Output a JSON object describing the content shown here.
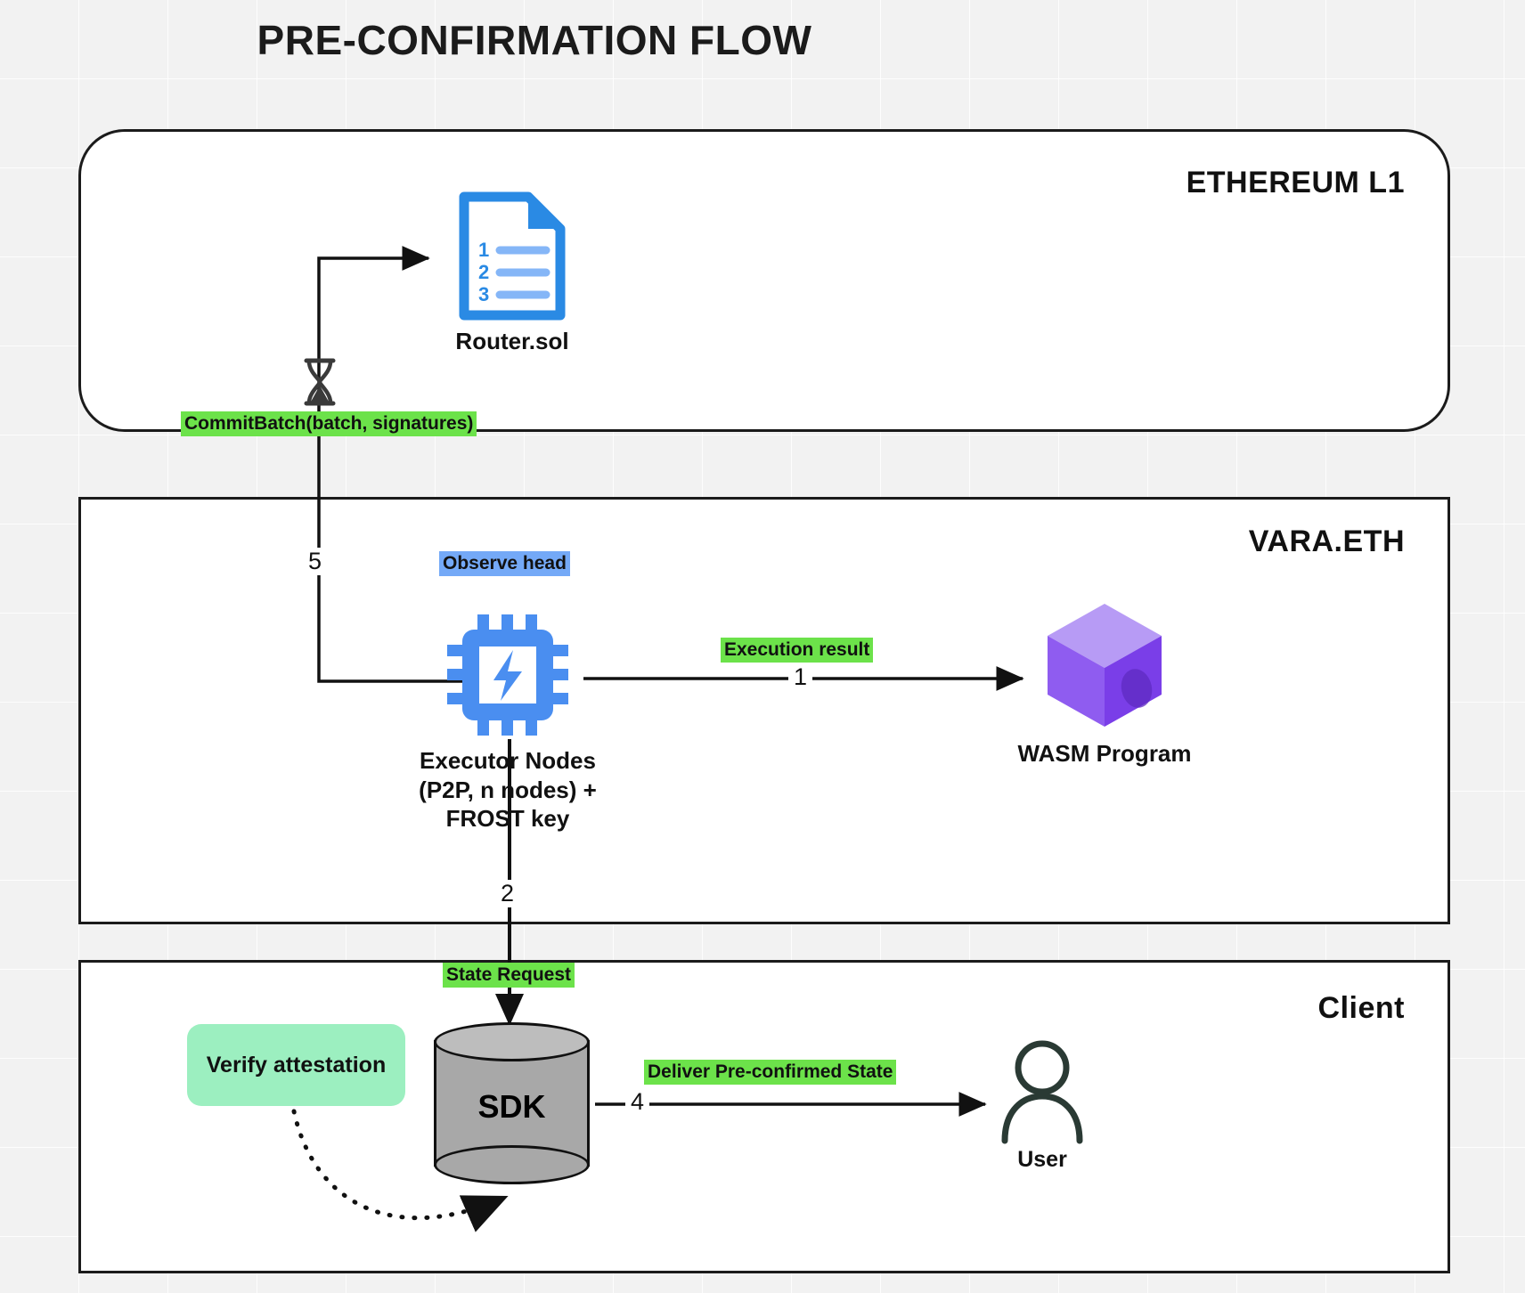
{
  "page": {
    "title": "PRE-CONFIRMATION FLOW"
  },
  "colors": {
    "background": "#f2f2f2",
    "panel": "#ffffff",
    "stroke": "#1b1b1b",
    "green_highlight": "#6ce24a",
    "blue_highlight": "#74a9f7",
    "mint_box": "#9cefc0",
    "router_blue": "#2a8ae4",
    "router_blue_light": "#85b6f7",
    "cpu_blue": "#4a8ef0",
    "wasm_purple_front": "#8f5cf0",
    "wasm_purple_top": "#b79bf5",
    "wasm_purple_side": "#7a3ee8",
    "cylinder_gray": "#a8a8a8",
    "user_dark": "#2a3a34"
  },
  "panels": [
    {
      "id": "ethereum-l1",
      "title": "ETHEREUM L1"
    },
    {
      "id": "vara-eth",
      "title": "VARA.ETH"
    },
    {
      "id": "client",
      "title": "Client"
    }
  ],
  "nodes": {
    "router": {
      "label": "Router.sol",
      "icon": "document-icon",
      "list_numbers": [
        "1",
        "2",
        "3"
      ]
    },
    "hourglass": {
      "icon": "hourglass-icon"
    },
    "executor": {
      "label": "Executor Nodes\n(P2P, n nodes) +\nFROST key",
      "line1": "Executor Nodes",
      "line2": "(P2P, n nodes) +",
      "line3": "FROST key",
      "icon": "cpu-chip-icon"
    },
    "wasm": {
      "label": "WASM Program",
      "icon": "cube-icon"
    },
    "sdk": {
      "label": "SDK",
      "icon": "database-cylinder-icon"
    },
    "user": {
      "label": "User",
      "icon": "user-avatar-icon"
    },
    "verify": {
      "label": "Verify attestation"
    }
  },
  "edges": [
    {
      "id": "execution-result",
      "label": "Execution result",
      "number": "1",
      "highlight": "green",
      "from": "executor",
      "to": "wasm"
    },
    {
      "id": "state-request",
      "label": "State Request",
      "number": "2",
      "highlight": "green",
      "from": "executor",
      "to": "sdk"
    },
    {
      "id": "deliver-state",
      "label": "Deliver Pre-confirmed State",
      "number": "4",
      "highlight": "green",
      "from": "sdk",
      "to": "user"
    },
    {
      "id": "commit-batch",
      "label": "CommitBatch(batch, signatures)",
      "number": "5",
      "highlight": "green",
      "from": "executor",
      "to": "router"
    },
    {
      "id": "observe-head",
      "label": "Observe head",
      "number": "",
      "highlight": "blue",
      "from": "router",
      "to": "executor"
    },
    {
      "id": "verify-attestation",
      "label": "",
      "number": "",
      "highlight": "none",
      "from": "verify",
      "to": "sdk"
    }
  ]
}
